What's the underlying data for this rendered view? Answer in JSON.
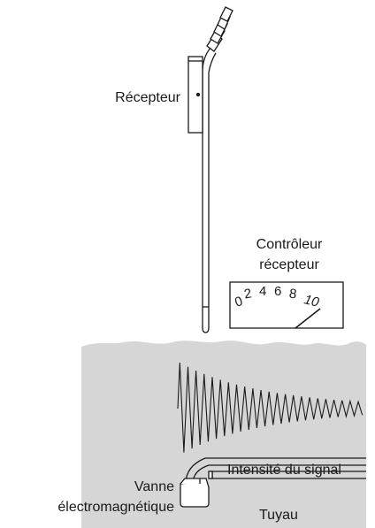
{
  "labels": {
    "receiver": "Récepteur",
    "controller_line1": "Contrôleur",
    "controller_line2": "récepteur",
    "signal_strength": "Intensité du signal",
    "valve_line1": "Vanne",
    "valve_line2": "électromagnétique",
    "pipe": "Tuyau"
  },
  "gauge": {
    "scale": [
      "0",
      "2",
      "4",
      "6",
      "8",
      "10"
    ]
  },
  "colors": {
    "ground": "#d6d6d6",
    "line": "#1a1a1a",
    "background": "#ffffff"
  }
}
